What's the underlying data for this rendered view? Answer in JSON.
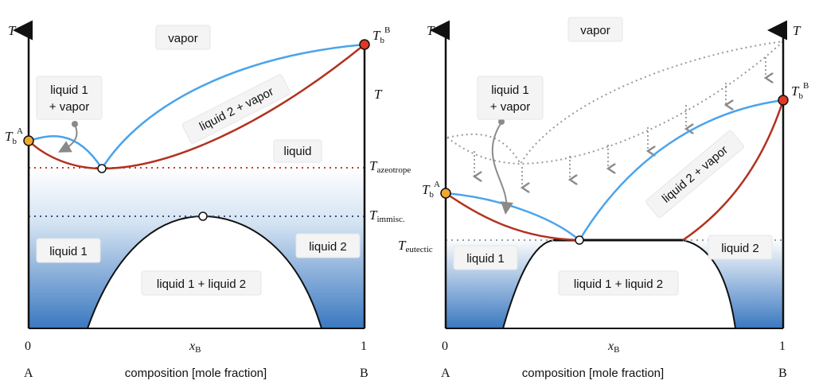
{
  "left_diagram": {
    "axis_T": "T",
    "corner_T": "T",
    "Tb_A": {
      "main": "T",
      "sub": "b",
      "sup": "A"
    },
    "Tb_B": {
      "main": "T",
      "sub": "b",
      "sup": "B"
    },
    "T_azeotrope": {
      "main": "T",
      "sub": "azeotrope"
    },
    "T_immisc": {
      "main": "T",
      "sub": "immisc."
    },
    "regions": {
      "vapor": "vapor",
      "liquid1_vapor_line1": "liquid 1",
      "liquid1_vapor_line2": "+ vapor",
      "liquid2_vapor": "liquid 2 + vapor",
      "liquid": "liquid",
      "liquid1": "liquid 1",
      "liquid2": "liquid 2",
      "liquid1_liquid2": "liquid 1 + liquid 2"
    },
    "x0": "0",
    "x1": "1",
    "xlabel": {
      "main": "x",
      "sub": "B"
    },
    "A": "A",
    "B": "B",
    "composition": "composition [mole fraction]"
  },
  "right_diagram": {
    "axis_T_left": "T",
    "axis_T_right": "T",
    "Tb_A": {
      "main": "T",
      "sub": "b",
      "sup": "A"
    },
    "Tb_B": {
      "main": "T",
      "sub": "b",
      "sup": "B"
    },
    "T_eutectic": {
      "main": "T",
      "sub": "eutectic"
    },
    "regions": {
      "vapor": "vapor",
      "liquid1_vapor_line1": "liquid 1",
      "liquid1_vapor_line2": "+ vapor",
      "liquid2_vapor": "liquid 2 + vapor",
      "liquid1": "liquid 1",
      "liquid2": "liquid 2",
      "liquid1_liquid2": "liquid 1 + liquid 2"
    },
    "x0": "0",
    "x1": "1",
    "xlabel": {
      "main": "x",
      "sub": "B"
    },
    "A": "A",
    "B": "B",
    "composition": "composition [mole fraction]"
  },
  "colors": {
    "vapor_curve": "#4aa3ec",
    "liquid_curve": "#b23220",
    "azeotrope_dots": "#c83a2c",
    "immisc_dots": "#3a4f80",
    "tb_a_marker": "#f0a830",
    "tb_b_marker": "#e03828",
    "gradient_top": "#ffffff",
    "gradient_bottom": "#3a78c0"
  }
}
